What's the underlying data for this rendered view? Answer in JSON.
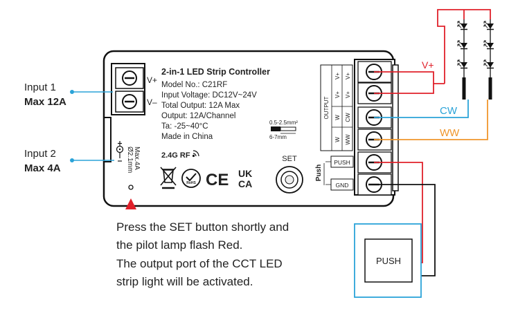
{
  "inputs": {
    "input1_label": "Input 1",
    "input1_max": "Max 12A",
    "input2_label": "Input 2",
    "input2_max": "Max 4A"
  },
  "device": {
    "title": "2-in-1 LED Strip Controller",
    "model": "Model No.: C21RF",
    "input_voltage": "Input Voltage: DC12V~24V",
    "total_output": "Total Output: 12A Max",
    "output": "Output: 12A/Channel",
    "ta": "Ta: -25~40°C",
    "made_in": "Made in China",
    "rf": "2.4G RF",
    "input_vplus": "V+",
    "input_vminus": "V–",
    "jack_max": "Max.4A",
    "jack_size": "Ø2.1mm",
    "wire_spec": "0.5-2.5mm²",
    "strip_len": "6-7mm",
    "set_label": "SET",
    "push_label": "Push",
    "rohs": "RoHS",
    "mark_ce": "CE",
    "mark_uk": "UK",
    "mark_ca": "CA",
    "terminals": {
      "output_group": "OUTPUT",
      "v1": "V+",
      "v2": "V+",
      "cw_left": "W",
      "cw_right": "CW",
      "ww_left": "W",
      "ww_right": "WW",
      "push": "PUSH",
      "gnd": "GND"
    }
  },
  "wiring": {
    "vplus": "V+",
    "cw": "CW",
    "ww": "WW",
    "push_box": "PUSH",
    "colors": {
      "red": "#e0202a",
      "blue": "#2aa3d8",
      "orange": "#f0962c",
      "black": "#111111"
    }
  },
  "instructions": [
    "Press the SET button shortly and",
    "the pilot lamp flash Red.",
    "The output port of the CCT LED",
    "strip light will be activated."
  ]
}
